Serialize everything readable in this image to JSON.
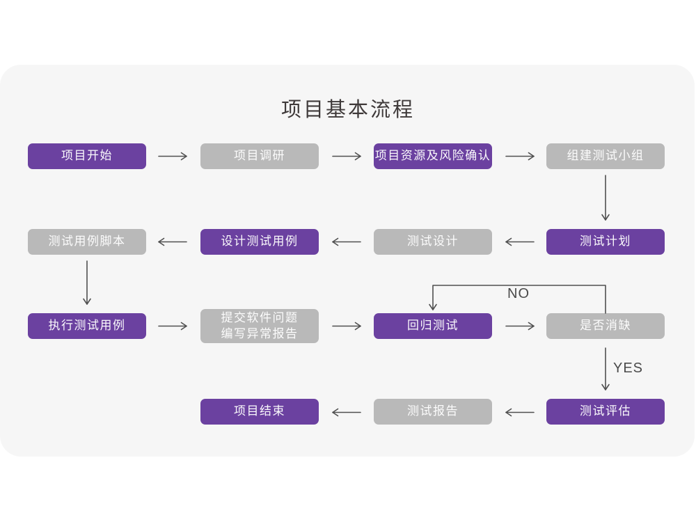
{
  "title": "项目基本流程",
  "colors": {
    "accent_purple": "#6b41a0",
    "node_gray": "#b9b9b9",
    "card_background": "#f6f6f6",
    "arrow": "#4f4f4f",
    "title_text": "#3f3a3a",
    "node_text": "#ffffff"
  },
  "edge_labels": {
    "no": "NO",
    "yes": "YES"
  },
  "nodes": [
    {
      "id": "project-start",
      "label": "项目开始",
      "variant": "purple",
      "row": 1,
      "col": 1
    },
    {
      "id": "project-research",
      "label": "项目调研",
      "variant": "gray",
      "row": 1,
      "col": 2
    },
    {
      "id": "resource-risk-confirm",
      "label": "项目资源及风险确认",
      "variant": "purple",
      "row": 1,
      "col": 3
    },
    {
      "id": "build-test-team",
      "label": "组建测试小组",
      "variant": "gray",
      "row": 1,
      "col": 4
    },
    {
      "id": "test-plan",
      "label": "测试计划",
      "variant": "purple",
      "row": 2,
      "col": 4
    },
    {
      "id": "test-design",
      "label": "测试设计",
      "variant": "gray",
      "row": 2,
      "col": 3
    },
    {
      "id": "design-test-cases",
      "label": "设计测试用例",
      "variant": "purple",
      "row": 2,
      "col": 2
    },
    {
      "id": "test-case-script",
      "label": "测试用例脚本",
      "variant": "gray",
      "row": 2,
      "col": 1
    },
    {
      "id": "execute-test-cases",
      "label": "执行测试用例",
      "variant": "purple",
      "row": 3,
      "col": 1
    },
    {
      "id": "submit-issue-report",
      "label": "提交软件问题\n编写异常报告",
      "variant": "gray",
      "row": 3,
      "col": 2
    },
    {
      "id": "regression-test",
      "label": "回归测试",
      "variant": "purple",
      "row": 3,
      "col": 3
    },
    {
      "id": "defect-cleared-check",
      "label": "是否消缺",
      "variant": "gray",
      "row": 3,
      "col": 4
    },
    {
      "id": "test-evaluation",
      "label": "测试评估",
      "variant": "purple",
      "row": 4,
      "col": 4
    },
    {
      "id": "test-report",
      "label": "测试报告",
      "variant": "gray",
      "row": 4,
      "col": 3
    },
    {
      "id": "project-end",
      "label": "项目结束",
      "variant": "purple",
      "row": 4,
      "col": 2
    }
  ],
  "edges": [
    {
      "from": "project-start",
      "to": "project-research"
    },
    {
      "from": "project-research",
      "to": "resource-risk-confirm"
    },
    {
      "from": "resource-risk-confirm",
      "to": "build-test-team"
    },
    {
      "from": "build-test-team",
      "to": "test-plan"
    },
    {
      "from": "test-plan",
      "to": "test-design"
    },
    {
      "from": "test-design",
      "to": "design-test-cases"
    },
    {
      "from": "design-test-cases",
      "to": "test-case-script"
    },
    {
      "from": "test-case-script",
      "to": "execute-test-cases"
    },
    {
      "from": "execute-test-cases",
      "to": "submit-issue-report"
    },
    {
      "from": "submit-issue-report",
      "to": "regression-test"
    },
    {
      "from": "regression-test",
      "to": "defect-cleared-check"
    },
    {
      "from": "defect-cleared-check",
      "to": "regression-test",
      "label": "NO"
    },
    {
      "from": "defect-cleared-check",
      "to": "test-evaluation",
      "label": "YES"
    },
    {
      "from": "test-evaluation",
      "to": "test-report"
    },
    {
      "from": "test-report",
      "to": "project-end"
    }
  ]
}
